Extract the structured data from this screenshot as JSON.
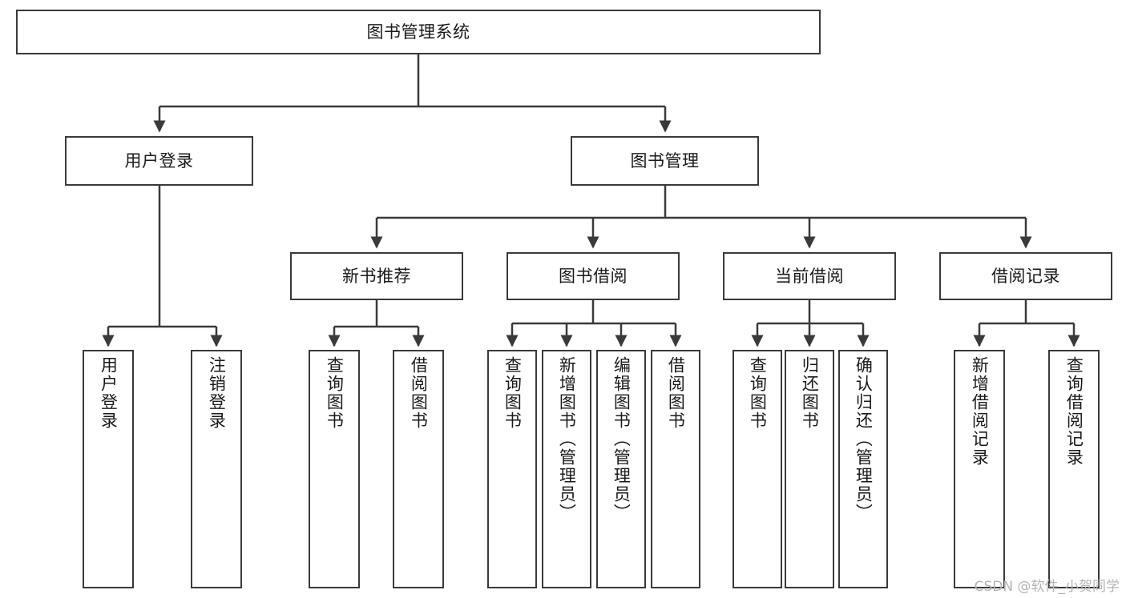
{
  "diagram": {
    "title": "图书管理系统",
    "type": "tree-hierarchy",
    "stroke_color": "#3a3a3a",
    "fill_color": "#ffffff",
    "text_color": "#1a1a1a"
  },
  "nodes": {
    "root": {
      "label": "图书管理系统"
    },
    "level2": [
      {
        "label": "用户登录"
      },
      {
        "label": "图书管理"
      }
    ],
    "level3": [
      {
        "label": "新书推荐"
      },
      {
        "label": "图书借阅"
      },
      {
        "label": "当前借阅"
      },
      {
        "label": "借阅记录"
      }
    ],
    "leaves": {
      "user_login": [
        {
          "label": "用户登录"
        },
        {
          "label": "注销登录"
        }
      ],
      "new_book_recommend": [
        {
          "label": "查询图书"
        },
        {
          "label": "借阅图书"
        }
      ],
      "book_borrow": [
        {
          "label": "查询图书"
        },
        {
          "label": "新增图书（管理员）"
        },
        {
          "label": "编辑图书（管理员）"
        },
        {
          "label": "借阅图书"
        }
      ],
      "current_borrow": [
        {
          "label": "查询图书"
        },
        {
          "label": "归还图书"
        },
        {
          "label": "确认归还（管理员）"
        }
      ],
      "borrow_record": [
        {
          "label": "新增借阅记录"
        },
        {
          "label": "查询借阅记录"
        }
      ]
    }
  },
  "watermark": {
    "text": "CSDN @软件_小贺同学"
  }
}
